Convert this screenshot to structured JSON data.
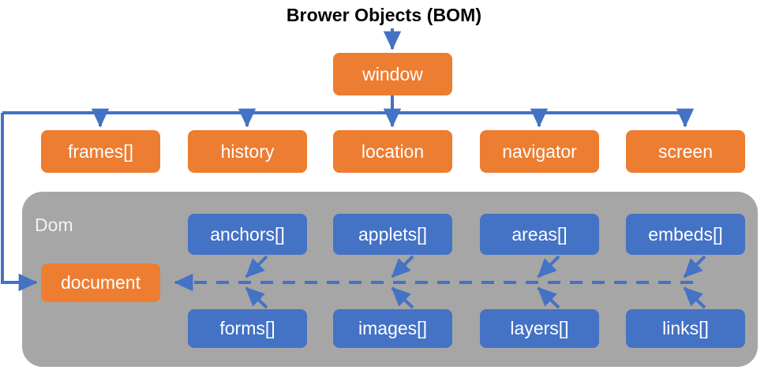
{
  "diagram": {
    "title": "Brower Objects (BOM)",
    "dom_group_label": "Dom",
    "root": {
      "label": "window"
    },
    "bom_children": [
      {
        "label": "frames[]"
      },
      {
        "label": "history"
      },
      {
        "label": "location"
      },
      {
        "label": "navigator"
      },
      {
        "label": "screen"
      }
    ],
    "document_node": {
      "label": "document"
    },
    "dom_collections_top": [
      {
        "label": "anchors[]"
      },
      {
        "label": "applets[]"
      },
      {
        "label": "areas[]"
      },
      {
        "label": "embeds[]"
      }
    ],
    "dom_collections_bottom": [
      {
        "label": "forms[]"
      },
      {
        "label": "images[]"
      },
      {
        "label": "layers[]"
      },
      {
        "label": "links[]"
      }
    ],
    "colors": {
      "orange": "#ED7D31",
      "blue": "#4472C4",
      "gray_group": "#A6A6A6",
      "connector": "#4472C4",
      "title_text": "#000000",
      "node_text": "#FFFFFF",
      "group_label_text": "#F2F2F2",
      "background": "#FFFFFF"
    }
  }
}
